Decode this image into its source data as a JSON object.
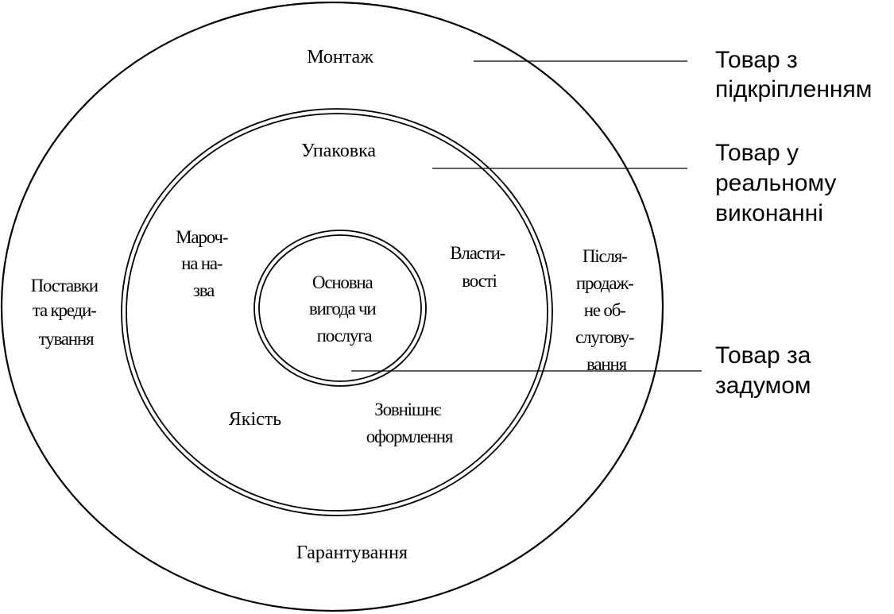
{
  "diagram": {
    "rings": {
      "outer": {
        "top": "Монтаж",
        "left": [
          "Поставки",
          "та креди-",
          "тування"
        ],
        "right": [
          "Після-",
          "продаж-",
          "не об-",
          "слугову-",
          "вання"
        ],
        "bottom": "Гарантування"
      },
      "middle": {
        "top": "Упаковка",
        "brand": [
          "Мароч-",
          "на на-",
          "зва"
        ],
        "features": [
          "Власти-",
          "вості"
        ],
        "quality": "Якість",
        "design": [
          "Зовнішнє",
          "оформлення"
        ]
      },
      "core": {
        "lines": [
          "Основна",
          "вигода чи",
          "послуга"
        ]
      }
    },
    "levels": [
      {
        "lines": [
          "Товар з",
          "підкріпленням"
        ]
      },
      {
        "lines": [
          "Товар у",
          "реальному",
          "виконанні"
        ]
      },
      {
        "lines": [
          "Товар за",
          "задумом"
        ]
      }
    ]
  }
}
